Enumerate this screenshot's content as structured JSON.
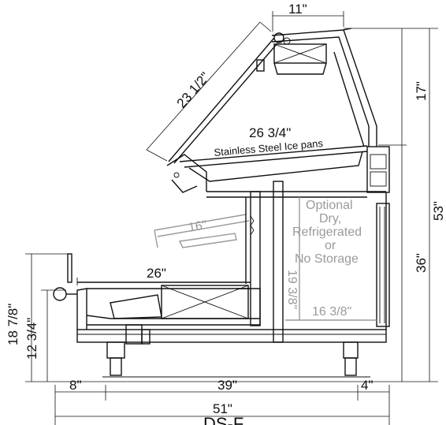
{
  "dimensions": {
    "top_width": "11\"",
    "glass_length": "23 1/2\"",
    "pan_depth": "26 3/4\"",
    "shelf_depth": "16\"",
    "lower_deck": "26\"",
    "overall_height": "53\"",
    "upper_height": "17\"",
    "counter_height": "36\"",
    "front_height": "18 7/8\"",
    "front_lower": "12 3/4\"",
    "storage_height": "19 3/8\"",
    "storage_depth": "16 3/8\"",
    "front_overhang": "8\"",
    "base_depth": "39\"",
    "rear_overhang": "4\"",
    "overall_depth": "51\""
  },
  "labels": {
    "ice_pans": "Stainless Steel Ice pans",
    "storage_line1": "Optional",
    "storage_line2": "Dry,",
    "storage_line3": "Refrigerated",
    "storage_line4": "or",
    "storage_line5": "No Storage",
    "model": "DS-F"
  }
}
